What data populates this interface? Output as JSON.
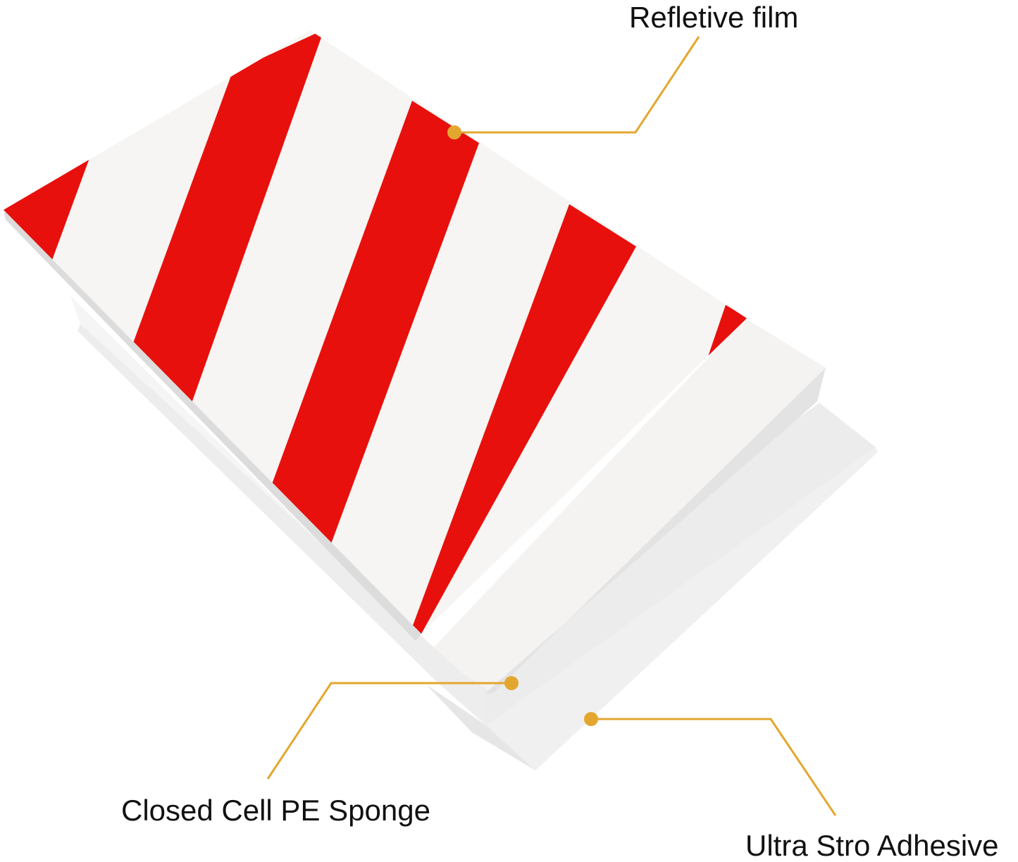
{
  "diagram": {
    "layers": [
      {
        "label": "Refletive film"
      },
      {
        "label": "Closed Cell PE Sponge"
      },
      {
        "label": "Ultra Stro Adhesive"
      }
    ],
    "colors": {
      "stripe_red": "#e8100c",
      "stripe_white": "#f6f5f3",
      "sponge": "#f1f1f1",
      "adhesive": "#efefef",
      "callout": "#e3a72f",
      "text": "#111111"
    }
  }
}
